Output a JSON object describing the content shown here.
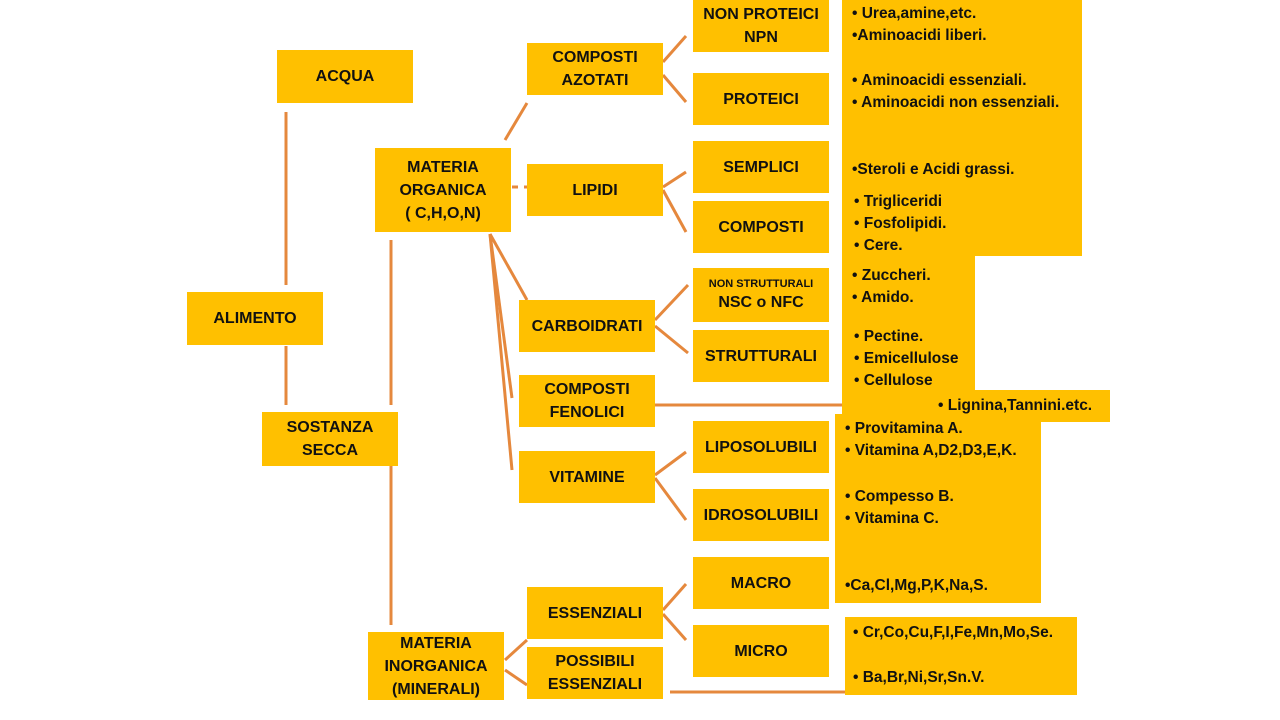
{
  "colors": {
    "box": "#FFC000",
    "line": "#E5883D",
    "text": "#111111"
  },
  "nodes": {
    "acqua": "ACQUA",
    "alimento": "ALIMENTO",
    "sostanza_secca": "SOSTANZA\nSECCA",
    "materia_organica": "MATERIA\nORGANICA\n( C,H,O,N)",
    "materia_inorganica": "MATERIA\nINORGANICA\n(MINERALI)",
    "composti_azotati": "COMPOSTI\nAZOTATI",
    "lipidi": "LIPIDI",
    "carboidrati": "CARBOIDRATI",
    "composti_fenolici": "COMPOSTI\nFENOLICI",
    "vitamine": "VITAMINE",
    "essenziali": "ESSENZIALI",
    "possibili_essenziali": "POSSIBILI\nESSENZIALI",
    "non_proteici": "NON PROTEICI\nNPN",
    "proteici": "PROTEICI",
    "semplici": "SEMPLICI",
    "composti": "COMPOSTI",
    "nsc_small": "NON STRUTTURALI",
    "nsc": "NSC o NFC",
    "strutturali": "STRUTTURALI",
    "liposolubili": "LIPOSOLUBILI",
    "idrosolubili": "IDROSOLUBILI",
    "macro": "MACRO",
    "micro": "MICRO"
  },
  "notes": {
    "npn": "• Urea,amine,etc.\n•Aminoacidi liberi.",
    "proteici": "• Aminoacidi essenziali.\n• Aminoacidi non essenziali.",
    "semplici": "•Steroli e Acidi grassi.",
    "composti": "• Trigliceridi\n• Fosfolipidi.\n• Cere.",
    "nsc": "• Zuccheri.\n• Amido.",
    "strutturali": "• Pectine.\n• Emicellulose\n• Cellulose",
    "fenolici": "• Lignina,Tannini.etc.",
    "liposolubili": "• Provitamina A.\n• Vitamina A,D2,D3,E,K.",
    "idrosolubili": "• Compesso B.\n•  Vitamina C.",
    "macro": "•Ca,Cl,Mg,P,K,Na,S.",
    "micro": "• Cr,Co,Cu,F,I,Fe,Mn,Mo,Se.",
    "possibili": "• Ba,Br,Ni,Sr,Sn.V."
  }
}
